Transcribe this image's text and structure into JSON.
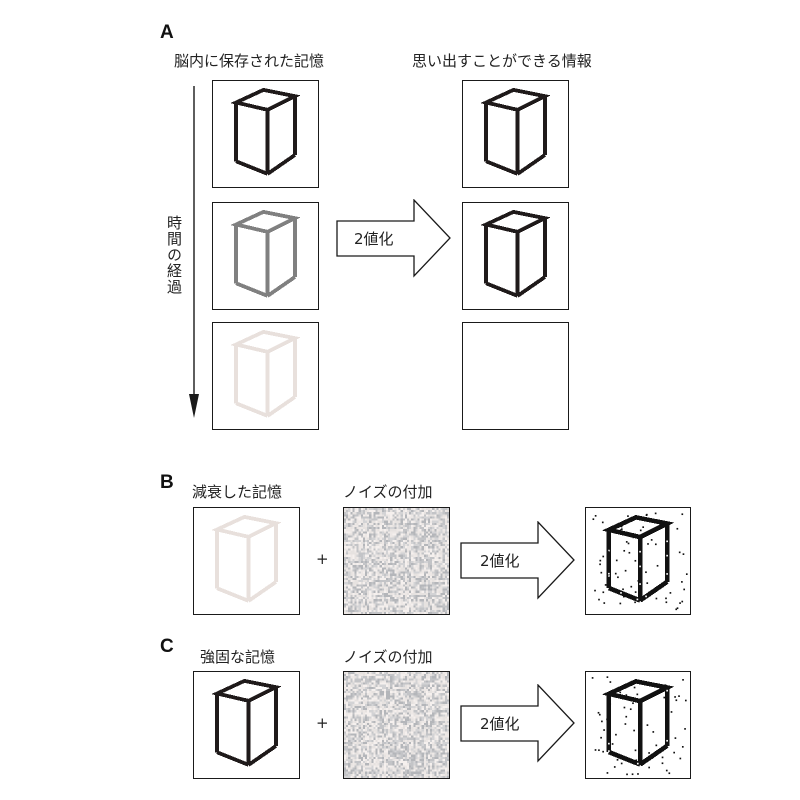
{
  "panels": {
    "A": {
      "label": "A",
      "left_header": "脳内に保存された記憶",
      "right_header": "思い出すことができる情報",
      "time_axis_label": "時間の経過",
      "arrow_label": "2値化",
      "rows": [
        {
          "stored_memory": "strong",
          "stored_color": "#1f1a1a",
          "recalled": "cube",
          "recalled_color": "#1f1a1a"
        },
        {
          "stored_memory": "medium",
          "stored_color": "#808080",
          "recalled": "cube",
          "recalled_color": "#1f1a1a"
        },
        {
          "stored_memory": "faint",
          "stored_color": "#e8e0dc",
          "recalled": "empty",
          "recalled_color": null
        }
      ]
    },
    "B": {
      "label": "B",
      "memory_caption": "減衰した記憶",
      "noise_caption": "ノイズの付加",
      "operator": "+",
      "arrow_label": "2値化",
      "memory_color": "#e8e0dc",
      "result": "noisy-cube-binarized"
    },
    "C": {
      "label": "C",
      "memory_caption": "強固な記憶",
      "noise_caption": "ノイズの付加",
      "operator": "+",
      "arrow_label": "2値化",
      "memory_color": "#1f1a1a",
      "result": "noisy-cube-binarized"
    }
  }
}
